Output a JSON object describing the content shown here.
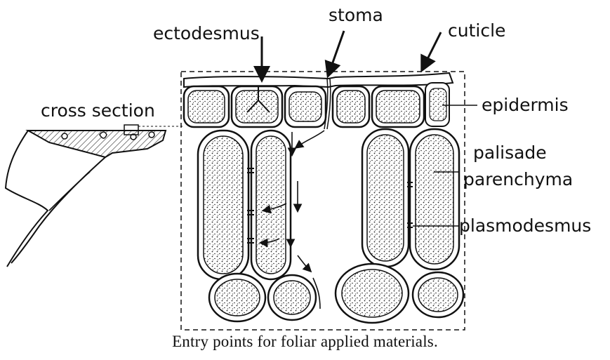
{
  "figure": {
    "labels": {
      "ectodesmus": "ectodesmus",
      "stoma": "stoma",
      "cuticle": "cuticle",
      "cross_section": "cross section",
      "epidermis": "epidermis",
      "palisade": "palisade",
      "parenchyma": "parenchyma",
      "plasmodesmus": "plasmodesmus"
    },
    "caption": "Entry points for foliar applied materials."
  }
}
